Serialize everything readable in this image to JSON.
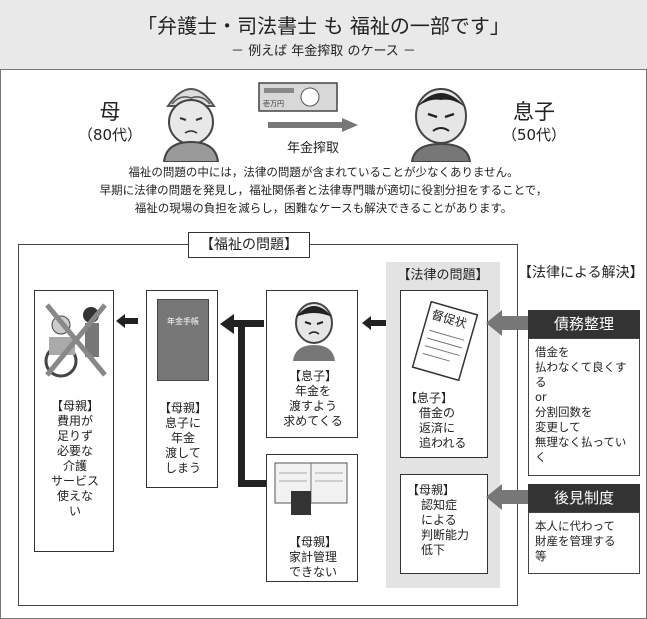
{
  "header": {
    "title": "「弁護士・司法書士 も 福祉の一部です」",
    "subtitle": "－ 例えば 年金搾取 のケース －"
  },
  "people": {
    "mother_label": "母",
    "mother_age": "（80代）",
    "son_label": "息子",
    "son_age": "（50代）",
    "arrow_label": "年金搾取",
    "banknote_text": "壱万円"
  },
  "intro": [
    "福祉の問題の中には，法律の問題が含まれていることが少なくありません。",
    "早期に法律の問題を発見し，福祉関係者と法律専門職が適切に役割分担をすることで，",
    "福祉の現場の負担を減らし，困難なケースも解決できることがあります。"
  ],
  "welfare": {
    "title": "【福祉の問題】",
    "cards": [
      {
        "lines": [
          "【母親】",
          "費用が",
          "足りず",
          "必要な",
          "介護",
          "サービス",
          "使えな",
          "い"
        ]
      },
      {
        "lines": [
          "【母親】",
          "息子に",
          "年金",
          "渡して",
          "しまう"
        ],
        "book_label": "年金手帳"
      },
      {
        "lines": [
          "【息子】",
          "年金を",
          "渡すよう",
          "求めてくる"
        ]
      },
      {
        "lines": [
          "【母親】",
          "家計管理",
          "できない"
        ]
      }
    ]
  },
  "legal": {
    "title": "【法律の問題】",
    "cards": [
      {
        "lines": [
          "【息子】",
          "借金の",
          "返済に",
          "追われる"
        ],
        "doc_label": "督促状"
      },
      {
        "lines": [
          "【母親】",
          "認知症",
          "による",
          "判断能力",
          "低下"
        ]
      }
    ]
  },
  "solutions": {
    "title": "【法律による解決】",
    "items": [
      {
        "name": "債務整理",
        "lines": [
          "借金を",
          "払わなくて良くす",
          "る",
          "or",
          "分割回数を",
          "変更して",
          "無理なく払ってい",
          "く"
        ]
      },
      {
        "name": "後見制度",
        "lines": [
          "本人に代わって",
          "財産を管理する",
          "等"
        ]
      }
    ]
  },
  "colors": {
    "dark": "#333333",
    "panel": "#e3e3e3",
    "header": "#e9e9e9"
  }
}
